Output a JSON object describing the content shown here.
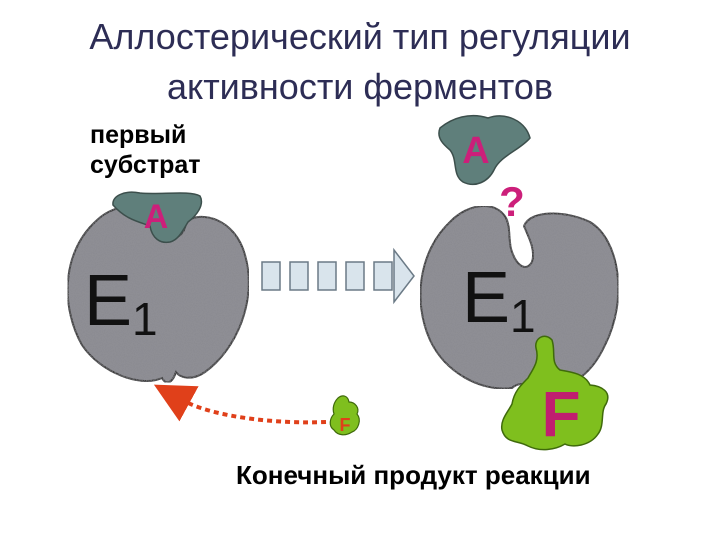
{
  "title_line1": "Аллостерический  тип регуляции",
  "title_line2": "активности ферментов",
  "substrate_label_line1": "первый",
  "substrate_label_line2": "субстрат",
  "enzyme_letter": "E",
  "enzyme_subscript": "1",
  "substrate_letter": "A",
  "question_mark": "?",
  "product_letter": "F",
  "product_caption": "Конечный продукт реакции",
  "colors": {
    "title": "#2d2d55",
    "enzyme": "#8f8f95",
    "substrate": "#5f7f7b",
    "substrate_text": "#cc1f7a",
    "product": "#7fbf1e",
    "product_text": "#c01f6f",
    "feedback_arrow": "#e0401a",
    "transition_arrow": "#d9e4ec"
  }
}
